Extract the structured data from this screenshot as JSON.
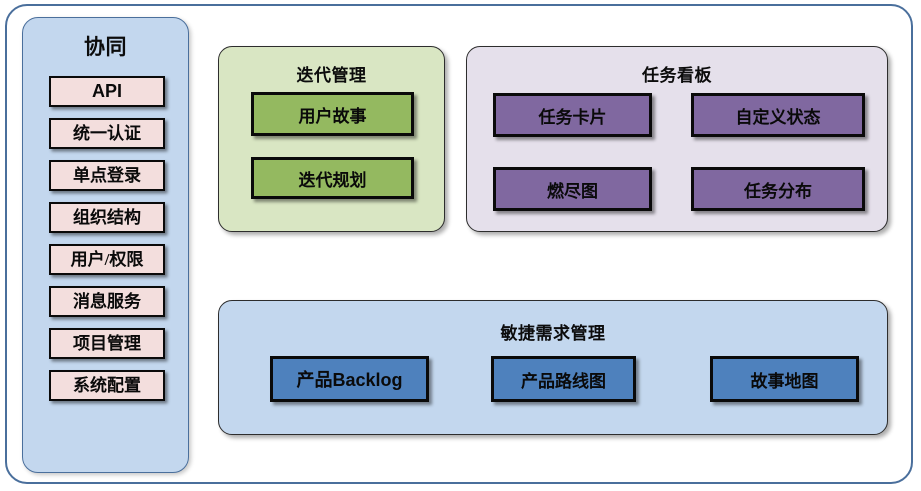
{
  "diagram": {
    "outer_frame": {
      "name": "platform-frame"
    },
    "sidebar": {
      "title": "协同",
      "items": [
        {
          "label": "API"
        },
        {
          "label": "统一认证"
        },
        {
          "label": "单点登录"
        },
        {
          "label": "组织结构"
        },
        {
          "label": "用户/权限"
        },
        {
          "label": "消息服务"
        },
        {
          "label": "项目管理"
        },
        {
          "label": "系统配置"
        }
      ]
    },
    "groups": [
      {
        "id": "iteration",
        "title": "迭代管理",
        "accent": "#94b960",
        "background": "#d9e6c3",
        "items": [
          {
            "label": "用户故事"
          },
          {
            "label": "迭代规划"
          }
        ]
      },
      {
        "id": "taskboard",
        "title": "任务看板",
        "accent": "#8068a0",
        "background": "#e5e0eb",
        "items": [
          {
            "label": "任务卡片"
          },
          {
            "label": "自定义状态"
          },
          {
            "label": "燃尽图"
          },
          {
            "label": "任务分布"
          }
        ]
      },
      {
        "id": "agile",
        "title": "敏捷需求管理",
        "accent": "#4e81bd",
        "background": "#c3d7ee",
        "items": [
          {
            "label": "产品Backlog"
          },
          {
            "label": "产品路线图"
          },
          {
            "label": "故事地图"
          }
        ]
      }
    ]
  }
}
